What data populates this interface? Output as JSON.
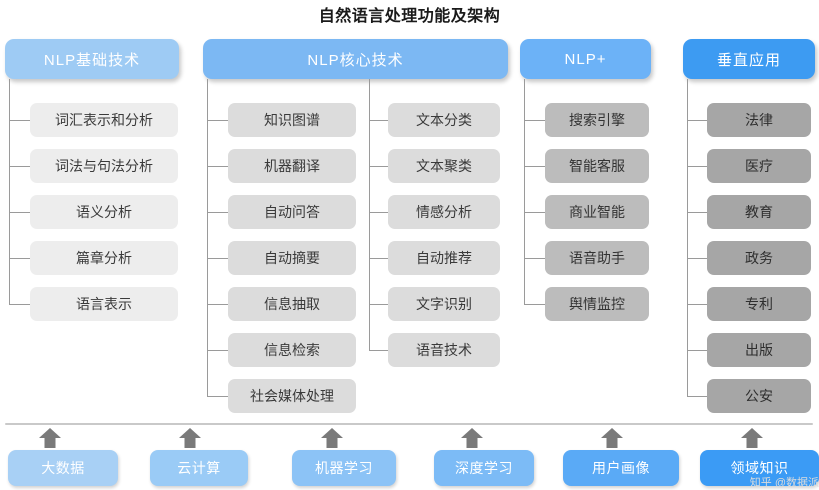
{
  "title": "自然语言处理功能及架构",
  "columns": [
    {
      "key": "nlp_basic",
      "header": "NLP基础技术",
      "header_color": "#9ecbf4",
      "box_color": "#ededed",
      "items": [
        "词汇表示和分析",
        "词法与句法分析",
        "语义分析",
        "篇章分析",
        "语言表示"
      ]
    },
    {
      "key": "nlp_core",
      "header": "NLP核心技术",
      "header_color": "#7cb8f3",
      "box_color": "#dcdcdc",
      "items_left": [
        "知识图谱",
        "机器翻译",
        "自动问答",
        "自动摘要",
        "信息抽取",
        "信息检索",
        "社会媒体处理"
      ],
      "items_right": [
        "文本分类",
        "文本聚类",
        "情感分析",
        "自动推荐",
        "文字识别",
        "语音技术"
      ]
    },
    {
      "key": "nlp_plus",
      "header": "NLP+",
      "header_color": "#6cb2f7",
      "box_color": "#bcbcbc",
      "items": [
        "搜索引擎",
        "智能客服",
        "商业智能",
        "语音助手",
        "舆情监控"
      ]
    },
    {
      "key": "vertical_apps",
      "header": "垂直应用",
      "header_color": "#3d9bf2",
      "box_color": "#a6a6a6",
      "items": [
        "法律",
        "医疗",
        "教育",
        "政务",
        "专利",
        "出版",
        "公安"
      ]
    }
  ],
  "foundation": {
    "arrow_color": "#7a7a7a",
    "items": [
      {
        "label": "大数据",
        "color": "#a8d0f5"
      },
      {
        "label": "云计算",
        "color": "#9acbf6"
      },
      {
        "label": "机器学习",
        "color": "#8cc3f6"
      },
      {
        "label": "深度学习",
        "color": "#7cbbf6"
      },
      {
        "label": "用户画像",
        "color": "#5aaaf6"
      },
      {
        "label": "领域知识",
        "color": "#3b9bf5"
      }
    ]
  },
  "watermark": "知乎 @数据派"
}
